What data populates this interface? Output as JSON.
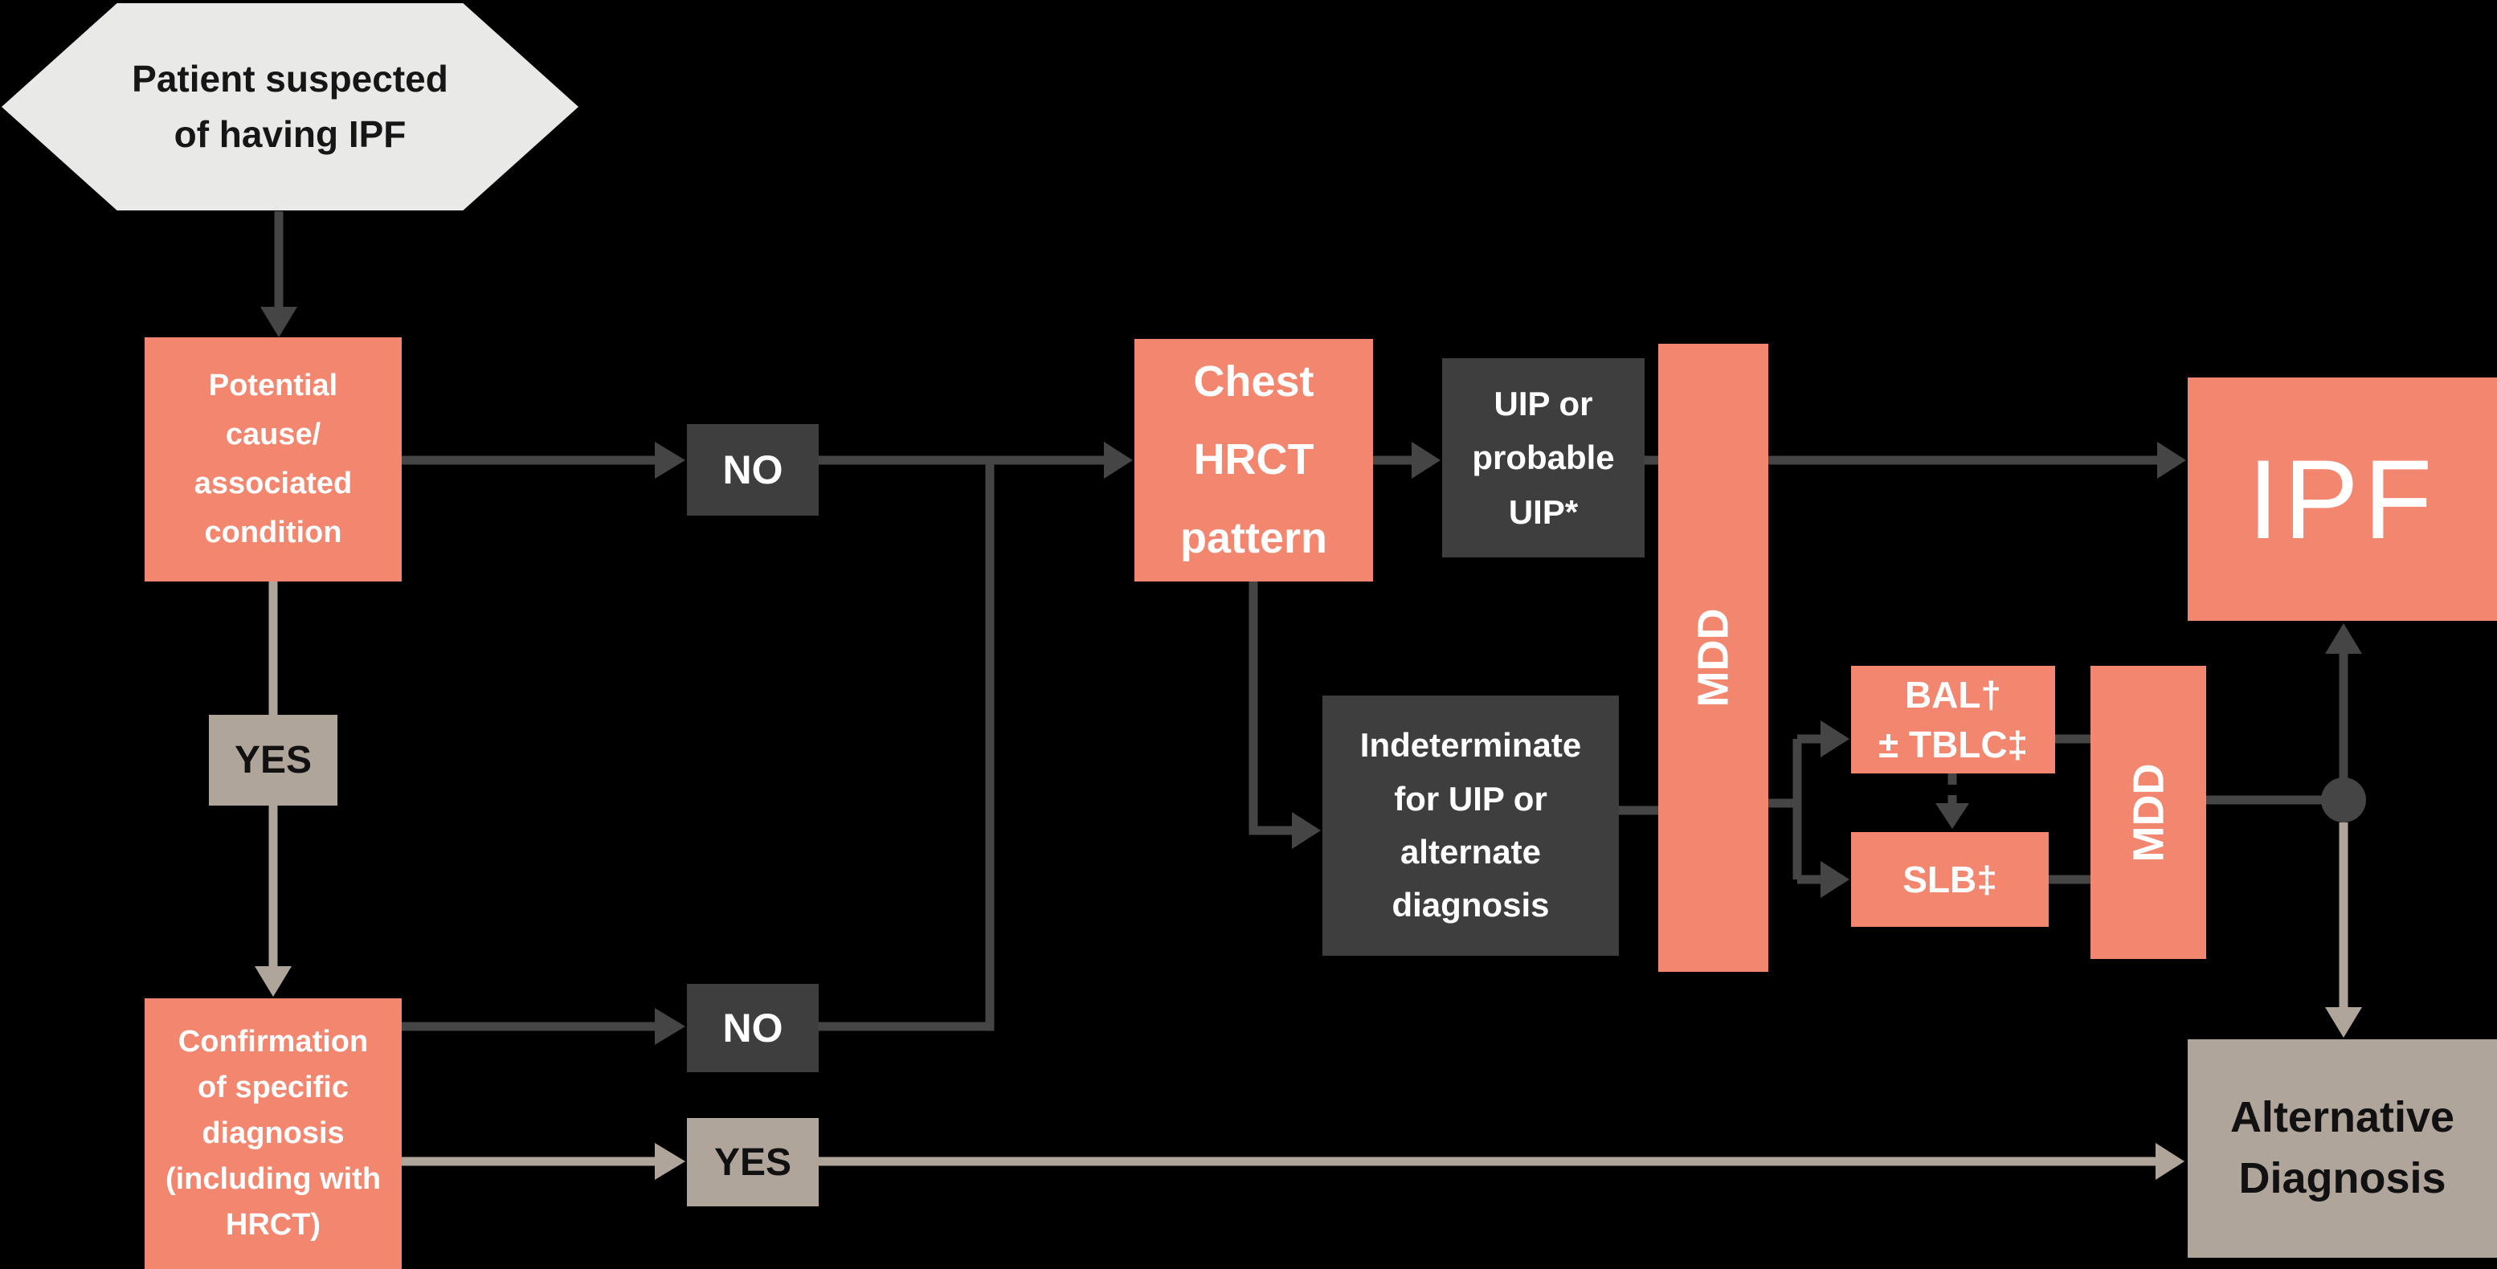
{
  "colors": {
    "background": "#000000",
    "salmon": "#F3866F",
    "dark_box": "#3E3E3E",
    "tan_box": "#B0A59B",
    "hexagon_fill": "#E9E9E8",
    "dark_arrow": "#454545",
    "tan_arrow": "#B0A59B",
    "text_on_salmon": "#FFFFFF",
    "text_on_dark": "#FFFFFF",
    "text_on_tan": "#111111"
  },
  "nodes": {
    "start": {
      "label": "Patient suspected\nof having IPF"
    },
    "potential_cause": {
      "label": "Potential\ncause/\nassociated\ncondition"
    },
    "no1": {
      "label": "NO"
    },
    "yes1": {
      "label": "YES"
    },
    "confirmation": {
      "label": "Confirmation\nof specific\ndiagnosis\n(including with\nHRCT)"
    },
    "no2": {
      "label": "NO"
    },
    "yes2": {
      "label": "YES"
    },
    "chest_hrct": {
      "label": "Chest\nHRCT\npattern"
    },
    "uip_probable": {
      "label": "UIP or\nprobable\nUIP*"
    },
    "mdd1": {
      "label": "MDD"
    },
    "indeterminate": {
      "label": "Indeterminate\nfor UIP or\nalternate\ndiagnosis"
    },
    "bal_tblc": {
      "label": "BAL†\n± TBLC‡"
    },
    "slb": {
      "label": "SLB‡"
    },
    "mdd2": {
      "label": "MDD"
    },
    "ipf": {
      "label": "IPF"
    },
    "alternative_diagnosis": {
      "label": "Alternative\nDiagnosis"
    }
  }
}
